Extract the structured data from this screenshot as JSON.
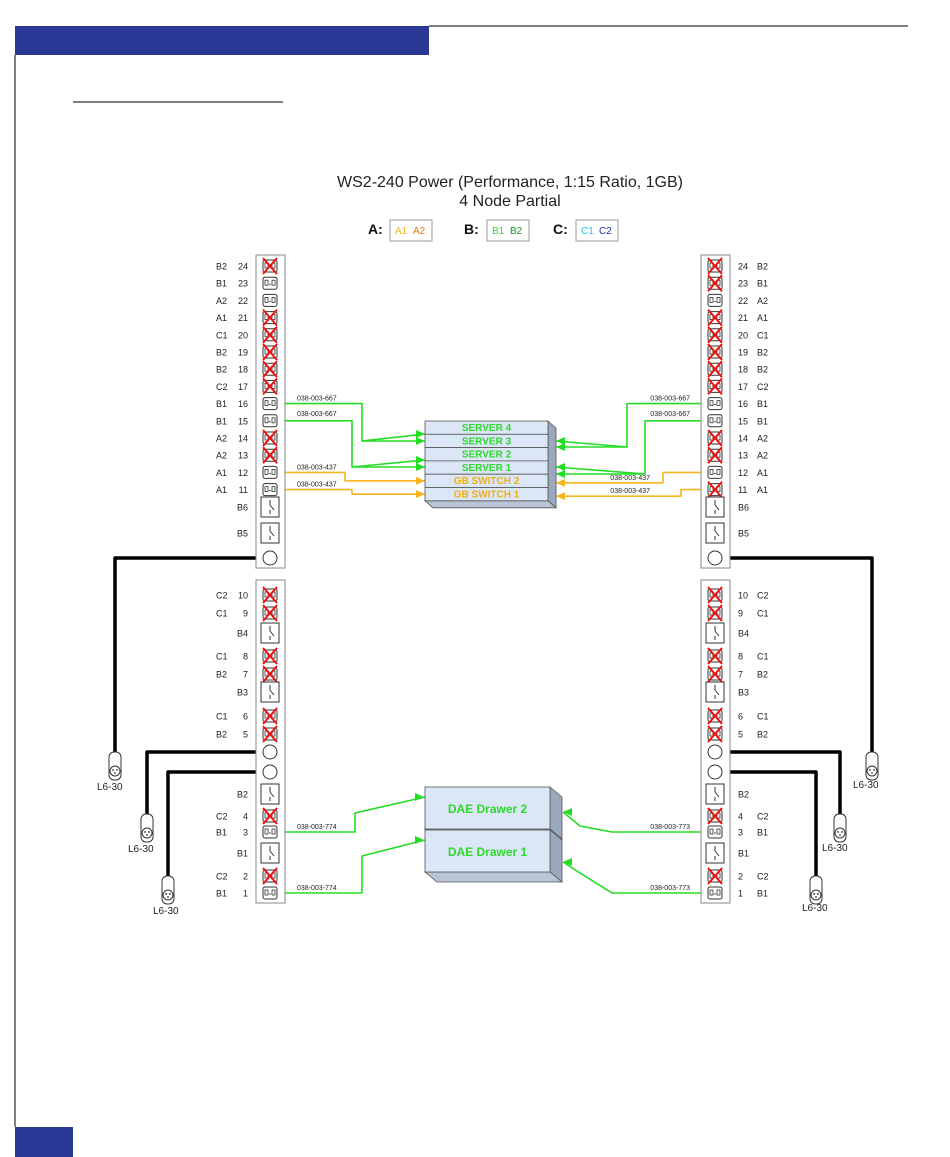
{
  "title": {
    "line1": "WS2-240 Power (Performance, 1:15 Ratio, 1GB)",
    "line2": "4 Node Partial"
  },
  "legend": [
    {
      "key": "A:",
      "items": [
        {
          "text": "A1",
          "color": "#f7b520"
        },
        {
          "text": "A2",
          "color": "#e07b10"
        }
      ]
    },
    {
      "key": "B:",
      "items": [
        {
          "text": "B1",
          "color": "#39d239"
        },
        {
          "text": "B2",
          "color": "#1e9a2a"
        }
      ]
    },
    {
      "key": "C:",
      "items": [
        {
          "text": "C1",
          "color": "#18c8ea"
        },
        {
          "text": "C2",
          "color": "#1c2fb6"
        }
      ]
    }
  ],
  "colors": {
    "header_bar": "#2b3794",
    "green_cable": "#22dd22",
    "yellow_cable": "#f7b520",
    "power_cable": "#000000",
    "x_mark": "#ee1111",
    "server_fill": "#dbe6f6",
    "server_text": "#2ed82e",
    "switch_text": "#f2b015"
  },
  "pdu": {
    "upper_outlets": [
      {
        "label": "B2",
        "num": "24",
        "x_left": true,
        "x_right": true
      },
      {
        "label": "B1",
        "num": "23",
        "x_left": false,
        "x_right": true
      },
      {
        "label": "A2",
        "num": "22",
        "x_left": false,
        "x_right": false
      },
      {
        "label": "A1",
        "num": "21",
        "x_left": true,
        "x_right": true
      },
      {
        "label": "C1",
        "num": "20",
        "x_left": true,
        "x_right": true
      },
      {
        "label": "B2",
        "num": "19",
        "x_left": true,
        "x_right": true
      },
      {
        "label": "B2",
        "num": "18",
        "x_left": true,
        "x_right": true
      },
      {
        "label": "C2",
        "num": "17",
        "x_left": true,
        "x_right": true
      },
      {
        "label": "B1",
        "num": "16",
        "x_left": false,
        "x_right": false
      },
      {
        "label": "B1",
        "num": "15",
        "x_left": false,
        "x_right": false
      },
      {
        "label": "A2",
        "num": "14",
        "x_left": true,
        "x_right": true
      },
      {
        "label": "A2",
        "num": "13",
        "x_left": true,
        "x_right": true
      },
      {
        "label": "A1",
        "num": "12",
        "x_left": false,
        "x_right": false
      },
      {
        "label": "A1",
        "num": "11",
        "x_left": false,
        "x_right": true
      }
    ],
    "upper_breakers": [
      "B6",
      "B5"
    ],
    "lower_rows": [
      {
        "type": "outlet",
        "label": "C2",
        "num": "10",
        "x_left": true,
        "x_right": true
      },
      {
        "type": "outlet",
        "label": "C1",
        "num": "9",
        "x_left": true,
        "x_right": true
      },
      {
        "type": "breaker",
        "label": "B4"
      },
      {
        "type": "outlet",
        "label": "C1",
        "num": "8",
        "x_left": true,
        "x_right": true
      },
      {
        "type": "outlet",
        "label": "B2",
        "num": "7",
        "x_left": true,
        "x_right": true
      },
      {
        "type": "breaker",
        "label": "B3"
      },
      {
        "type": "outlet",
        "label": "C1",
        "num": "6",
        "x_left": true,
        "x_right": true
      },
      {
        "type": "outlet",
        "label": "B2",
        "num": "5",
        "x_left": true,
        "x_right": true
      },
      {
        "type": "inlet"
      },
      {
        "type": "inlet"
      },
      {
        "type": "breaker",
        "label": "B2"
      },
      {
        "type": "outlet",
        "label": "C2",
        "num": "4",
        "x_left": true,
        "x_right": true
      },
      {
        "type": "outlet",
        "label": "B1",
        "num": "3",
        "x_left": false,
        "x_right": false
      },
      {
        "type": "breaker",
        "label": "B1"
      },
      {
        "type": "outlet",
        "label": "C2",
        "num": "2",
        "x_left": true,
        "x_right": true
      },
      {
        "type": "outlet",
        "label": "B1",
        "num": "1",
        "x_left": false,
        "x_right": false
      }
    ]
  },
  "servers": [
    "SERVER 4",
    "SERVER 3",
    "SERVER 2",
    "SERVER 1",
    "GB SWITCH 2",
    "GB SWITCH 1"
  ],
  "drawers": [
    "DAE Drawer 2",
    "DAE Drawer 1"
  ],
  "cable_labels": {
    "left_16": "038-003-667",
    "left_15": "038-003-667",
    "left_12": "038-003-437",
    "left_11": "038-003-437",
    "right_16": "038-003-667",
    "right_15": "038-003-667",
    "right_12": "038-003-437",
    "right_11": "038-003-437",
    "left_3": "038-003-774",
    "left_1": "038-003-774",
    "right_3": "038-003-773",
    "right_1": "038-003-773"
  },
  "plug_label": "L6-30"
}
